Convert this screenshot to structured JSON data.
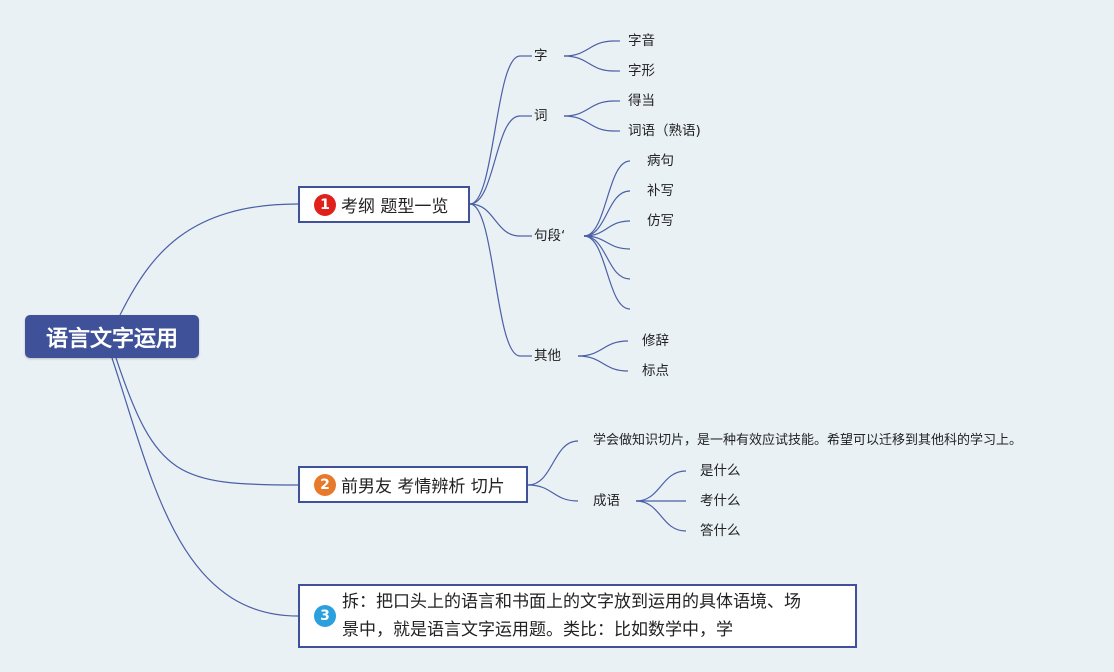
{
  "root": {
    "label": "语言文字运用"
  },
  "branches": [
    {
      "number": "1",
      "badge_color": "#e0201b",
      "label": "考纲 题型一览",
      "children": [
        {
          "label": "字",
          "children": [
            "字音",
            "字形"
          ]
        },
        {
          "label": "词",
          "children": [
            "得当",
            "词语（熟语)"
          ]
        },
        {
          "label": "句段‘",
          "children": [
            "病句",
            "补写",
            "仿写",
            "",
            "",
            ""
          ]
        },
        {
          "label": "其他",
          "children": [
            "修辞",
            "标点"
          ]
        }
      ]
    },
    {
      "number": "2",
      "badge_color": "#e8792a",
      "label": "前男友 考情辨析 切片",
      "children": [
        {
          "label": "学会做知识切片，是一种有效应试技能。希望可以迁移到其他科的学习上。"
        },
        {
          "label": "成语",
          "children": [
            "是什么",
            "考什么",
            "答什么"
          ]
        }
      ]
    },
    {
      "number": "3",
      "badge_color": "#2aa0dc",
      "lines": [
        "拆：把口头上的语言和书面上的文字放到运用的具体语境、场",
        "景中，就是语言文字运用题。类比：比如数学中，学"
      ]
    }
  ],
  "colors": {
    "background": "#e9f1f5",
    "line": "#4a5fa6",
    "root_fill": "#3f5299"
  }
}
